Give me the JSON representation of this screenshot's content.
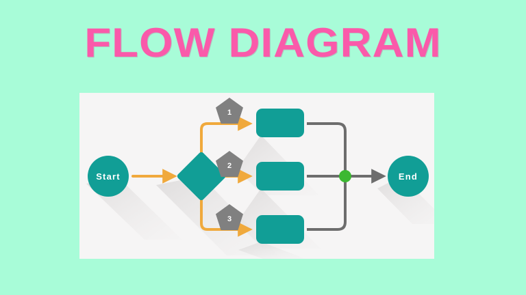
{
  "page": {
    "background_color": "#a8fcd8",
    "panel_color": "#f6f5f5"
  },
  "title": {
    "text": "FLOW DIAGRAM",
    "color": "#fa5aaa"
  },
  "colors": {
    "teal": "#119e96",
    "orange": "#f0a93c",
    "gray": "#6d6d6d",
    "badge_gray": "#808080",
    "green_dot": "#3cb832",
    "shadow": "#e2e0e0"
  },
  "diagram": {
    "nodes": {
      "start": {
        "label": "Start",
        "shape": "circle",
        "color": "#119e96"
      },
      "decision": {
        "label": "",
        "shape": "diamond",
        "color": "#119e96"
      },
      "process_1": {
        "label": "",
        "shape": "rounded-rect",
        "color": "#119e96"
      },
      "process_2": {
        "label": "",
        "shape": "rounded-rect",
        "color": "#119e96"
      },
      "process_3": {
        "label": "",
        "shape": "rounded-rect",
        "color": "#119e96"
      },
      "junction": {
        "label": "",
        "shape": "dot",
        "color": "#3cb832"
      },
      "end": {
        "label": "End",
        "shape": "circle",
        "color": "#119e96"
      }
    },
    "badges": [
      {
        "number": "1",
        "shape": "pentagon",
        "color": "#808080"
      },
      {
        "number": "2",
        "shape": "pentagon",
        "color": "#808080"
      },
      {
        "number": "3",
        "shape": "pentagon",
        "color": "#808080"
      }
    ],
    "connectors": [
      {
        "from": "start",
        "to": "decision",
        "color": "#f0a93c",
        "style": "arrow"
      },
      {
        "from": "decision",
        "to": "process_1",
        "color": "#f0a93c",
        "style": "arrow"
      },
      {
        "from": "decision",
        "to": "process_2",
        "color": "#f0a93c",
        "style": "arrow"
      },
      {
        "from": "decision",
        "to": "process_3",
        "color": "#f0a93c",
        "style": "arrow"
      },
      {
        "from": "process_1",
        "to": "junction",
        "color": "#6d6d6d",
        "style": "line"
      },
      {
        "from": "process_2",
        "to": "junction",
        "color": "#6d6d6d",
        "style": "line"
      },
      {
        "from": "process_3",
        "to": "junction",
        "color": "#6d6d6d",
        "style": "line"
      },
      {
        "from": "junction",
        "to": "end",
        "color": "#6d6d6d",
        "style": "arrow"
      }
    ]
  }
}
